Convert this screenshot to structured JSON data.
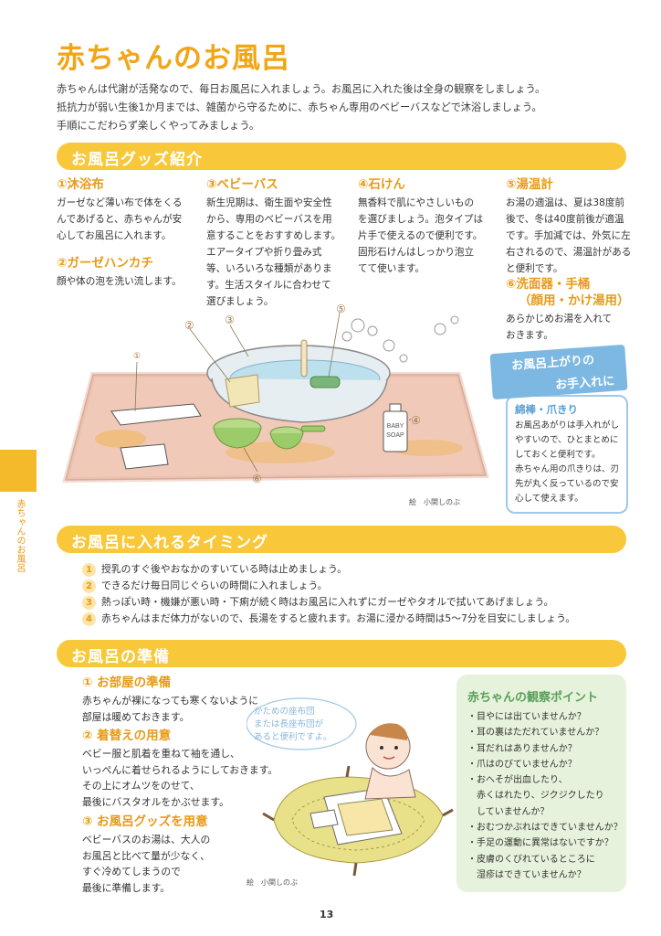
{
  "page": {
    "title": "赤ちゃんのお風呂",
    "intro": [
      "赤ちゃんは代謝が活発なので、毎日お風呂に入れましょう。お風呂に入れた後は全身の観察をしましょう。",
      "抵抗力が弱い生後1か月までは、雑菌から守るために、赤ちゃん専用のベビーバスなどで沐浴しましょう。",
      "手順にこだわらず楽しくやってみましょう。"
    ],
    "side_label": "赤ちゃんのお風呂",
    "page_number": "13"
  },
  "goods": {
    "heading": "お風呂グッズ紹介",
    "items": [
      {
        "title": "①沐浴布",
        "lines": [
          "ガーゼなど薄い布で体をくる",
          "んであげると、赤ちゃんが安",
          "心してお風呂に入れます。"
        ]
      },
      {
        "title": "②ガーゼハンカチ",
        "lines": [
          "顔や体の泡を洗い流します。"
        ]
      },
      {
        "title": "③ベビーバス",
        "lines": [
          "新生児期は、衛生面や安全性",
          "から、専用のベビーバスを用",
          "意することをおすすめします。",
          "エアータイプや折り畳み式",
          "等、いろいろな種類がありま",
          "す。生活スタイルに合わせて",
          "選びましょう。"
        ]
      },
      {
        "title": "④石けん",
        "lines": [
          "無香料で肌にやさしいもの",
          "を選びましょう。泡タイプは",
          "片手で使えるので便利です。",
          "固形石けんはしっかり泡立",
          "てて使います。"
        ]
      },
      {
        "title": "⑤湯温計",
        "lines": [
          "お湯の適温は、夏は38度前",
          "後で、冬は40度前後が適温",
          "です。手加減では、外気に左",
          "右されるので、湯温計がある",
          "と便利です。"
        ]
      },
      {
        "title": "⑥洗面器・手桶",
        "subtitle": "（顔用・かけ湯用）",
        "lines": [
          "あらかじめお湯を入れて",
          "おきます。"
        ]
      }
    ],
    "soap_label": [
      "BABY",
      "SOAP"
    ],
    "illus_numbers": [
      "①",
      "②",
      "③",
      "④",
      "⑤",
      "⑥"
    ],
    "credit": "絵　小関しのぶ"
  },
  "care": {
    "tag_line1": "お風呂上がりの",
    "tag_line2": "お手入れに",
    "title": "綿棒・爪きり",
    "lines": [
      "お風呂あがりは手入れがし",
      "やすいので、ひとまとめに",
      "しておくと便利です。",
      "赤ちゃん用の爪きりは、刃",
      "先が丸く反っているので安",
      "心して使えます。"
    ]
  },
  "timing": {
    "heading": "お風呂に入れるタイミング",
    "items": [
      {
        "num": "1",
        "text": "授乳のすぐ後やおなかのすいている時は止めましょう。"
      },
      {
        "num": "2",
        "text": "できるだけ毎日同じぐらいの時間に入れましょう。"
      },
      {
        "num": "3",
        "text": "熱っぽい時・機嫌が悪い時・下痢が続く時はお風呂に入れずにガーゼやタオルで拭いてあげましょう。"
      },
      {
        "num": "4",
        "text": "赤ちゃんはまだ体力がないので、長湯をすると疲れます。お湯に浸かる時間は5～7分を目安にしましょう。"
      }
    ]
  },
  "prep": {
    "heading": "お風呂の準備",
    "steps": [
      {
        "title": "① お部屋の準備",
        "lines": [
          "赤ちゃんが裸になっても寒くないように",
          "部屋は暖めておきます。"
        ]
      },
      {
        "title": "② 着替えの用意",
        "lines": [
          "ベビー服と肌着を重ねて袖を通し、",
          "いっぺんに着せられるようにしておきます。",
          "その上にオムツをのせて、",
          "最後にバスタオルをかぶせます。"
        ]
      },
      {
        "title": "③ お風呂グッズを用意",
        "lines": [
          "ベビーバスのお湯は、大人の",
          "お風呂と比べて量が少なく、",
          "すぐ冷めてしまうので",
          "最後に準備します。"
        ]
      }
    ],
    "bubble": [
      "かための座布団",
      "または長座布団が",
      "あると便利ですよ。"
    ],
    "credit": "絵　小関しのぶ"
  },
  "observe": {
    "title": "赤ちゃんの観察ポイント",
    "lines": [
      "・目やには出ていませんか？",
      "・耳の裏はただれていませんか？",
      "・耳だれはありませんか？",
      "・爪はのびていませんか？",
      "・おへそが出血したり、",
      "　赤くはれたり、ジクジクしたり",
      "　していませんか？",
      "・おむつかぶれはできていませんか？",
      "・手足の運動に異常はないですか？",
      "・皮膚のくびれているところに",
      "　湿疹はできていませんか？"
    ]
  }
}
